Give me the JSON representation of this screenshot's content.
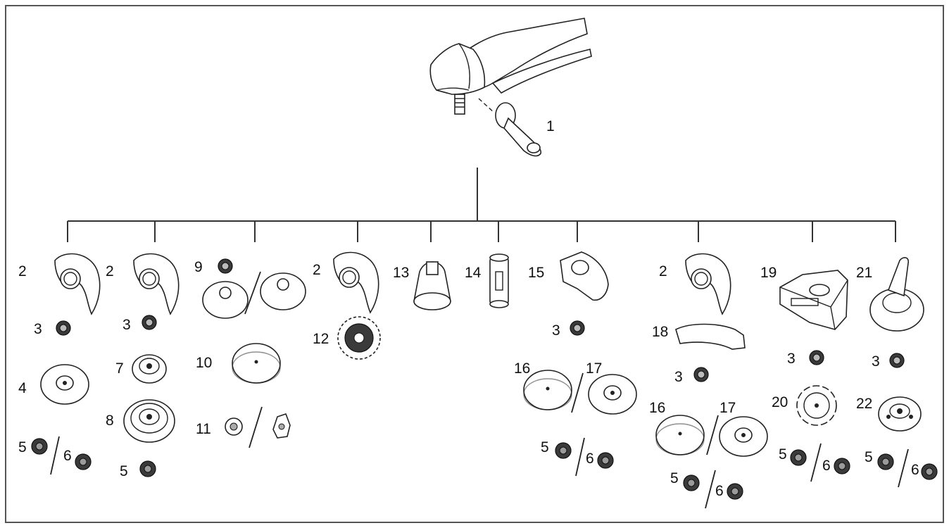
{
  "labels": {
    "l1": "1",
    "l2a": "2",
    "l3a": "3",
    "l4": "4",
    "l5a": "5",
    "l6a": "6",
    "l2b": "2",
    "l3b": "3",
    "l7": "7",
    "l8": "8",
    "l5b": "5",
    "l9": "9",
    "l10": "10",
    "l11": "11",
    "l2c": "2",
    "l12": "12",
    "l13": "13",
    "l14": "14",
    "l15": "15",
    "l3c": "3",
    "l16a": "16",
    "l17a": "17",
    "l5c": "5",
    "l6c": "6",
    "l2d": "2",
    "l18": "18",
    "l3d": "3",
    "l16b": "16",
    "l17b": "17",
    "l5d": "5",
    "l6d": "6",
    "l19": "19",
    "l3e": "3",
    "l20": "20",
    "l5e": "5",
    "l6e": "6",
    "l21": "21",
    "l3f": "3",
    "l22": "22",
    "l5f": "5",
    "l6f": "6"
  },
  "colors": {
    "line": "#333333",
    "part_fill": "#ffffff",
    "dark_part": "#3a3a3a",
    "frame": "#555555"
  }
}
